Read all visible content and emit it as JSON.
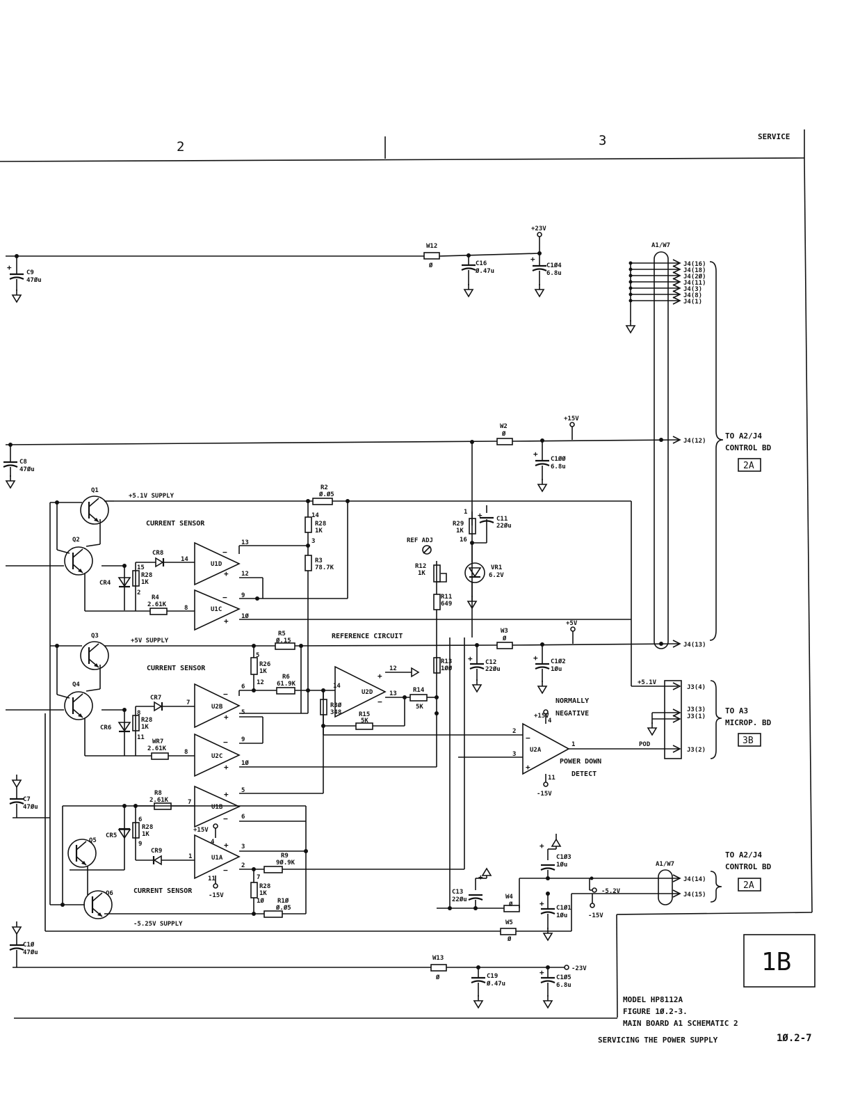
{
  "border": {
    "zones": [
      "2",
      "3"
    ],
    "corner_label": "SERVICE",
    "sheet_id": "1B"
  },
  "title_block": {
    "model": "MODEL HP8112A",
    "figure": "FIGURE 1Ø.2-3.",
    "title": "MAIN BOARD A1 SCHEMATIC 2",
    "section": "SERVICING THE POWER SUPPLY",
    "page": "1Ø.2-7"
  },
  "rails": {
    "p23": "+23V",
    "p15": "+15V",
    "p5": "+5V",
    "m23": "-23V",
    "m52": "-5.2V",
    "m15": "-15V",
    "p15_u1": "+15V",
    "m15_u1": "-15V",
    "p15_u2a": "+15V",
    "m15_u2a": "-15V"
  },
  "supplies": {
    "s51": "+5.1V SUPPLY",
    "s5": "+5V SUPPLY",
    "s525": "-5.25V SUPPLY"
  },
  "blocks": {
    "current_sensor": "CURRENT SENSOR",
    "reference": "REFERENCE CIRCUIT",
    "ref_adj": "REF ADJ",
    "normally": "NORMALLY",
    "negative": "NEGATIVE",
    "power_down": "POWER DOWN",
    "detect": "DETECT",
    "pod": "POD",
    "v51": "+5.1V"
  },
  "connectors": {
    "a1w7": "A1/W7",
    "top_pins": [
      "J4(16)",
      "J4(18)",
      "J4(2Ø)",
      "J4(11)",
      "J4(3)",
      "J4(8)",
      "J4(1)"
    ],
    "j4_12": "J4(12)",
    "j4_13": "J4(13)",
    "j3_4": "J3(4)",
    "j3_3": "J3(3)",
    "j3_1": "J3(1)",
    "j3_2": "J3(2)",
    "j4_14": "J4(14)",
    "j4_15": "J4(15)",
    "to_a2_j4": "TO A2/J4",
    "control_bd": "CONTROL BD",
    "ref_2a": "2A",
    "to_a3": "TO A3",
    "microp_bd": "MICROP. BD",
    "ref_3b": "3B"
  },
  "components": {
    "C9": [
      "C9",
      "47Øu"
    ],
    "C8": [
      "C8",
      "47Øu"
    ],
    "C7": [
      "C7",
      "47Øu"
    ],
    "C1Ø": [
      "C1Ø",
      "47Øu"
    ],
    "W12": [
      "W12",
      "Ø"
    ],
    "C16": [
      "C16",
      "Ø.47u"
    ],
    "C1Ø4": [
      "C1Ø4",
      "6.8u"
    ],
    "W2": [
      "W2",
      "Ø"
    ],
    "C1ØØ": [
      "C1ØØ",
      "6.8u"
    ],
    "Q1": "Q1",
    "Q2": "Q2",
    "Q3": "Q3",
    "Q4": "Q4",
    "Q5": "Q5",
    "Q6": "Q6",
    "R2": [
      "R2",
      "Ø.Ø5"
    ],
    "R28a": [
      "R28",
      "1K"
    ],
    "R3": [
      "R3",
      "78.7K"
    ],
    "U1D": "U1D",
    "U1C": "U1C",
    "U2B": "U2B",
    "U2C": "U2C",
    "U2D": "U2D",
    "U1B": "U1B",
    "U1A": "U1A",
    "U2A": "U2A",
    "CR8": "CR8",
    "CR4": "CR4",
    "CR7": "CR7",
    "CR6": "CR6",
    "CR9": "CR9",
    "CR5": "CR5",
    "R28b": [
      "R28",
      "1K"
    ],
    "R4": [
      "R4",
      "2.61K"
    ],
    "R29": [
      "R29",
      "1K"
    ],
    "C11": [
      "C11",
      "22Øu"
    ],
    "R12": [
      "R12",
      "1K"
    ],
    "VR1": [
      "VR1",
      "6.2V"
    ],
    "R11": [
      "R11",
      "649"
    ],
    "R5": [
      "R5",
      "Ø.15"
    ],
    "R26": [
      "R26",
      "1K"
    ],
    "R6": [
      "R6",
      "61.9K"
    ],
    "W3": [
      "W3",
      "Ø"
    ],
    "C12": [
      "C12",
      "22Øu"
    ],
    "C1Ø2": [
      "C1Ø2",
      "1Øu"
    ],
    "R13": [
      "R13",
      "1ØØ"
    ],
    "R14": [
      "R14",
      "5K"
    ],
    "R3Ø": [
      "R3Ø",
      "348"
    ],
    "R15": [
      "R15",
      "5K"
    ],
    "R28c": [
      "R28",
      "1K"
    ],
    "WR7": [
      "WR7",
      "2.61K"
    ],
    "R8": [
      "R8",
      "2.61K"
    ],
    "R28d": [
      "R28",
      "1K"
    ],
    "R9": [
      "R9",
      "9Ø.9K"
    ],
    "R28e": [
      "R28",
      "1K"
    ],
    "R1Ø": [
      "R1Ø",
      "Ø.Ø5"
    ],
    "C1Ø3": [
      "C1Ø3",
      "1Øu"
    ],
    "C13": [
      "C13",
      "22Øu"
    ],
    "W4": [
      "W4",
      "Ø"
    ],
    "C1Ø1": [
      "C1Ø1",
      "1Øu"
    ],
    "W5": [
      "W5",
      "Ø"
    ],
    "W13": [
      "W13",
      "Ø"
    ],
    "C19": [
      "C19",
      "Ø.47u"
    ],
    "C1Ø5": [
      "C1Ø5",
      "6.8u"
    ]
  },
  "pins": {
    "u1d_14": "14",
    "u1d_13": "13",
    "u1d_12": "12",
    "u1c_8": "8",
    "u1c_9": "9",
    "u1c_10": "1Ø",
    "r28a_14": "14",
    "r28a_3": "3",
    "r28b_15": "15",
    "r28b_2": "2",
    "r29_1": "1",
    "r29_16": "16",
    "r26_5": "5",
    "r26_12": "12",
    "u2b_7": "7",
    "u2b_6": "6",
    "u2b_5": "5",
    "u2c_8": "8",
    "u2c_9": "9",
    "u2c_10": "1Ø",
    "u2d_14": "14",
    "u2d_12": "12",
    "u2d_13": "13",
    "r28c_8": "8",
    "r28c_11": "11",
    "u2a_4": "4",
    "u2a_2": "2",
    "u2a_3": "3",
    "u2a_1": "1",
    "u2a_11": "11",
    "u1b_5": "5",
    "u1b_6": "6",
    "u1b_7": "7",
    "r28d_6": "6",
    "r28d_9": "9",
    "u1a_4": "4",
    "u1a_1": "1",
    "u1a_3": "3",
    "u1a_2": "2",
    "u1a_11": "11",
    "r28e_7": "7",
    "r28e_1Ø": "1Ø"
  }
}
